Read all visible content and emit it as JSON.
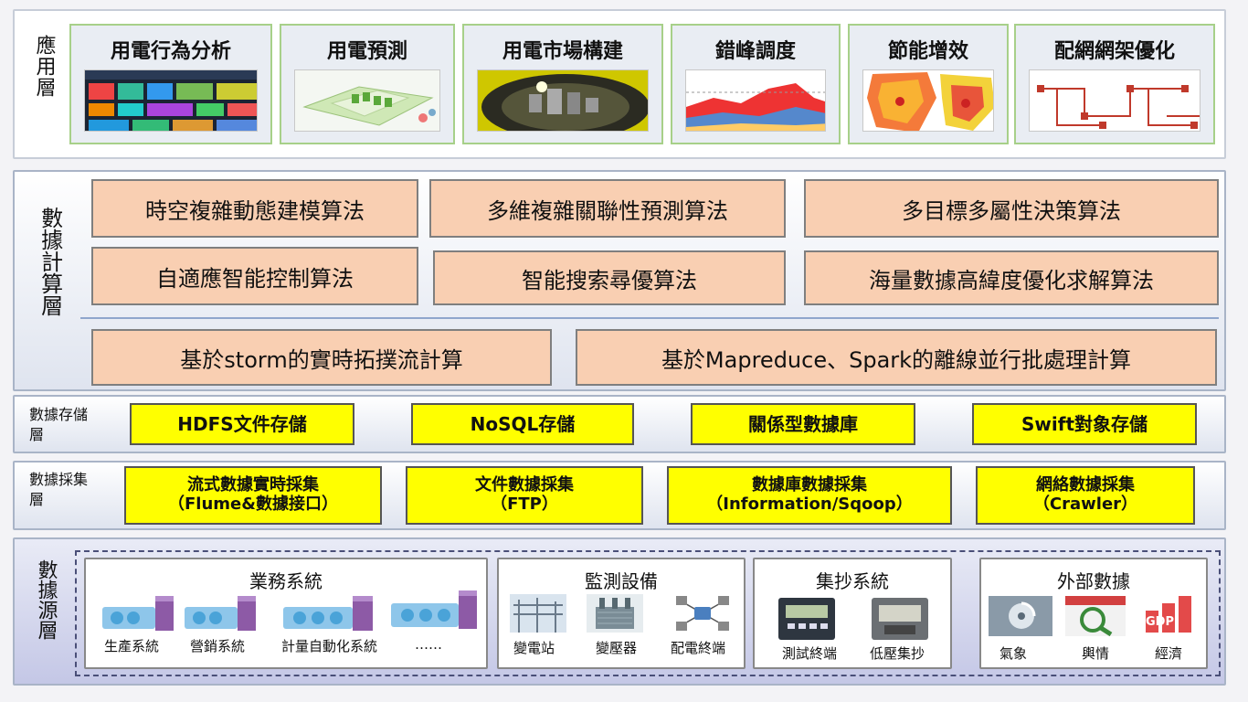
{
  "application_layer": {
    "label": "應用層",
    "tiles": [
      {
        "title": "用電行為分析"
      },
      {
        "title": "用電預測"
      },
      {
        "title": "用電市場構建"
      },
      {
        "title": "錯峰調度"
      },
      {
        "title": "節能增效"
      },
      {
        "title": "配網網架優化"
      }
    ]
  },
  "compute_layer": {
    "label": "數據計算層",
    "algorithms": [
      "時空複雜動態建模算法",
      "多維複雜關聯性預測算法",
      "多目標多屬性決策算法",
      "自適應智能控制算法",
      "智能搜索尋優算法",
      "海量數據高緯度優化求解算法"
    ],
    "streaming": "基於storm的實時拓撲流計算",
    "batch": "基於Mapreduce、Spark的離線並行批處理計算"
  },
  "storage_layer": {
    "label_line1": "數據存儲",
    "label_line2": "層",
    "items": [
      "HDFS文件存儲",
      "NoSQL存儲",
      "關係型數據庫",
      "Swift對象存儲"
    ]
  },
  "collection_layer": {
    "label_line1": "數據採集",
    "label_line2": "層",
    "items": [
      {
        "line1": "流式數據實時採集",
        "line2": "（Flume&數據接口）"
      },
      {
        "line1": "文件數據採集",
        "line2": "（FTP）"
      },
      {
        "line1": "數據庫數據採集",
        "line2": "（Information/Sqoop）"
      },
      {
        "line1": "網絡數據採集",
        "line2": "（Crawler）"
      }
    ]
  },
  "source_layer": {
    "label": "數據源層",
    "groups": [
      {
        "title": "業務系統",
        "items": [
          "生產系統",
          "營銷系統",
          "計量自動化系統",
          "……"
        ]
      },
      {
        "title": "監測設備",
        "items": [
          "變電站",
          "變壓器",
          "配電終端"
        ]
      },
      {
        "title": "集抄系統",
        "items": [
          "測試終端",
          "低壓集抄"
        ]
      },
      {
        "title": "外部數據",
        "items": [
          "氣象",
          "輿情",
          "經濟"
        ]
      }
    ]
  },
  "colors": {
    "algo_fill": "#f9cfb2",
    "highlight_yellow": "#ffff00",
    "tile_border": "#a7d089",
    "layer_border": "#a9b4c7"
  }
}
